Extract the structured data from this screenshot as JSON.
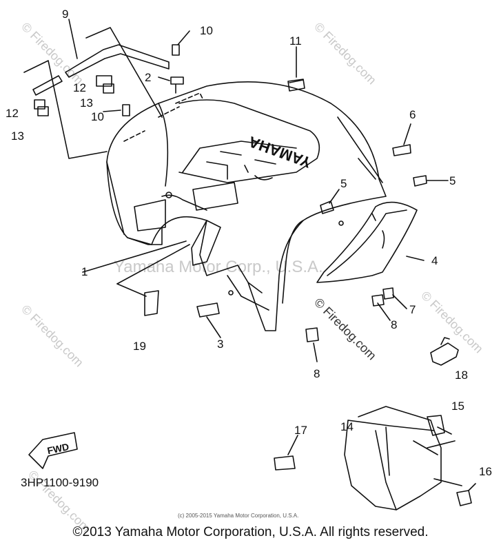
{
  "diagram": {
    "part_numbers": [
      "1",
      "2",
      "3",
      "4",
      "5",
      "5",
      "6",
      "7",
      "8",
      "8",
      "9",
      "10",
      "10",
      "11",
      "12",
      "12",
      "13",
      "13",
      "14",
      "15",
      "16",
      "17",
      "18",
      "19"
    ],
    "brand_on_fender": "YAMAHA",
    "fwd_badge": "FWD",
    "drawing_code": "3HP1100-9190",
    "watermark_center": "Yamaha Motor Corp., U.S.A.",
    "watermark_site": "© Firedog.com",
    "small_copyright": "(c) 2005-2015 Yamaha Motor Corporation, U.S.A.",
    "footer_copyright": "©2013 Yamaha Motor Corporation, U.S.A. All rights reserved."
  }
}
